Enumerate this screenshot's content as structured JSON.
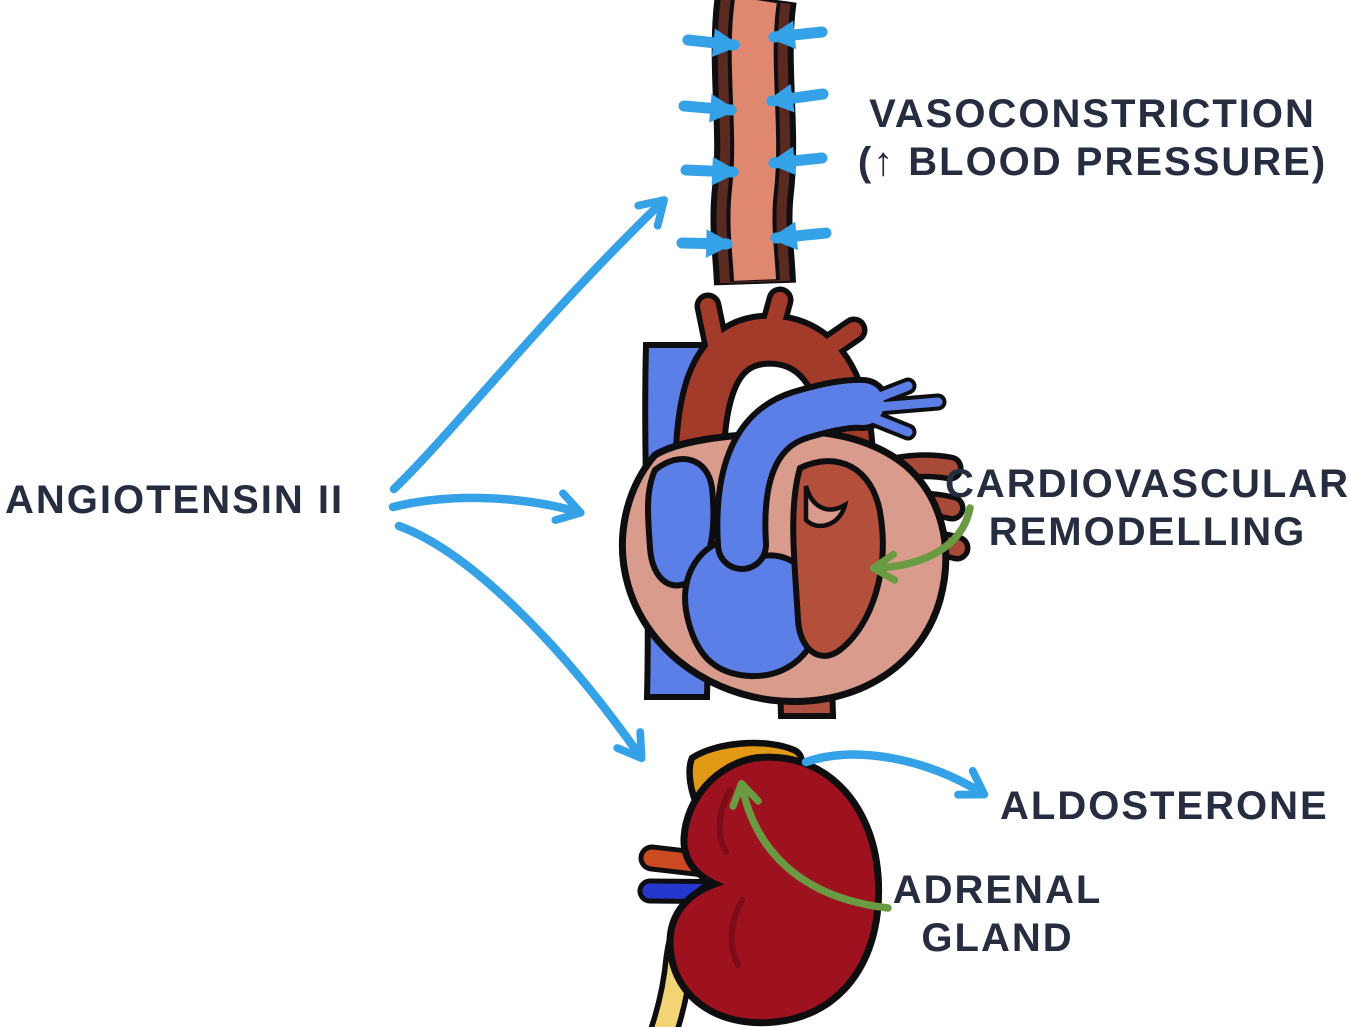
{
  "title": "Angiotensin II effects diagram",
  "labels": {
    "angiotensin": "ANGIOTENSIN II",
    "vasoconstriction_line1": "VASOCONSTRICTION",
    "vasoconstriction_line2": "(↑ BLOOD PRESSURE)",
    "cardio_line1": "CARDIOVASCULAR",
    "cardio_line2": "REMODELLING",
    "aldosterone": "ALDOSTERONE",
    "adrenal_line1": "ADRENAL",
    "adrenal_line2": "GLAND"
  },
  "diagram": {
    "source": "ANGIOTENSIN II",
    "effects": [
      {
        "target": "blood-vessel-illustration",
        "label": "VASOCONSTRICTION (↑ BLOOD PRESSURE)"
      },
      {
        "target": "heart-illustration",
        "label": "CARDIOVASCULAR REMODELLING"
      },
      {
        "target": "adrenal-gland-on-kidney",
        "label": "ALDOSTERONE"
      }
    ],
    "callouts": [
      {
        "from": "ADRENAL GLAND",
        "to": "adrenal-gland-on-kidney",
        "arrow_color": "green"
      },
      {
        "from": "CARDIOVASCULAR REMODELLING",
        "to": "heart-illustration",
        "arrow_color": "green"
      }
    ]
  },
  "illustrations": [
    "blood-vessel",
    "heart",
    "kidney-with-adrenal-gland"
  ],
  "colors": {
    "ink_text": "#262D40",
    "arrow_blue": "#35A2E8",
    "arrow_green": "#6A9B42",
    "vessel_wall": "#5A2A22",
    "vessel_lumen": "#E0876F",
    "heart_body_pink": "#D99B8C",
    "heart_blue": "#5B7FE6",
    "aorta_red": "#A33B2A",
    "left_ventricle_red": "#B2503C",
    "kidney_red": "#9E1220",
    "adrenal_orange": "#E29916",
    "ureter_yellow": "#F3D475",
    "renal_artery": "#CB4A22",
    "renal_vein": "#2438CE",
    "outline_black": "#0E0E10"
  }
}
